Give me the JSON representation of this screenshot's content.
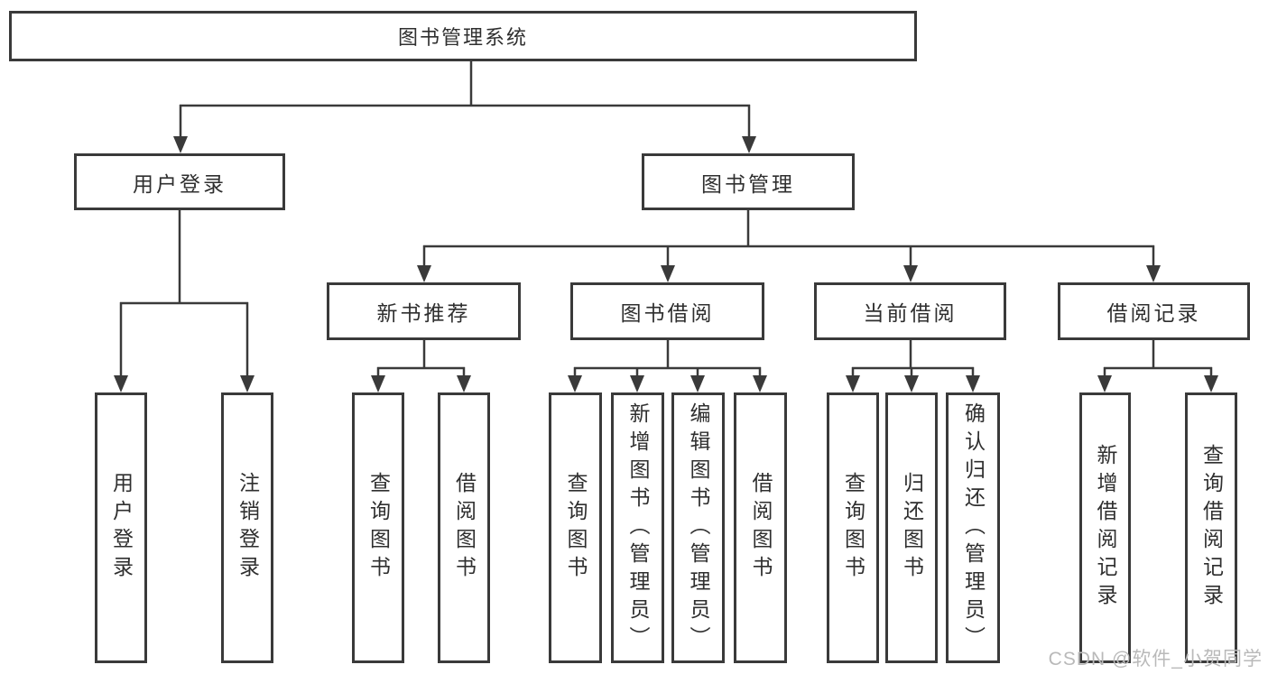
{
  "tree": {
    "label": "图书管理系统",
    "children": [
      {
        "label": "用户登录",
        "children": [
          {
            "label": "用户登录"
          },
          {
            "label": "注销登录"
          }
        ]
      },
      {
        "label": "图书管理",
        "children": [
          {
            "label": "新书推荐",
            "children": [
              {
                "label": "查询图书"
              },
              {
                "label": "借阅图书"
              }
            ]
          },
          {
            "label": "图书借阅",
            "children": [
              {
                "label": "查询图书"
              },
              {
                "label": "新增图书（管理员）"
              },
              {
                "label": "编辑图书（管理员）"
              },
              {
                "label": "借阅图书"
              }
            ]
          },
          {
            "label": "当前借阅",
            "children": [
              {
                "label": "查询图书"
              },
              {
                "label": "归还图书"
              },
              {
                "label": "确认归还（管理员）"
              }
            ]
          },
          {
            "label": "借阅记录",
            "children": [
              {
                "label": "新增借阅记录"
              },
              {
                "label": "查询借阅记录"
              }
            ]
          }
        ]
      }
    ]
  },
  "watermark": "CSDN @软件_小贺同学",
  "colors": {
    "line": "#3a3a3a",
    "box_border": "#3a3a3a",
    "text": "#2f2f2f",
    "watermark": "#b9b9b9",
    "background": "#ffffff"
  }
}
